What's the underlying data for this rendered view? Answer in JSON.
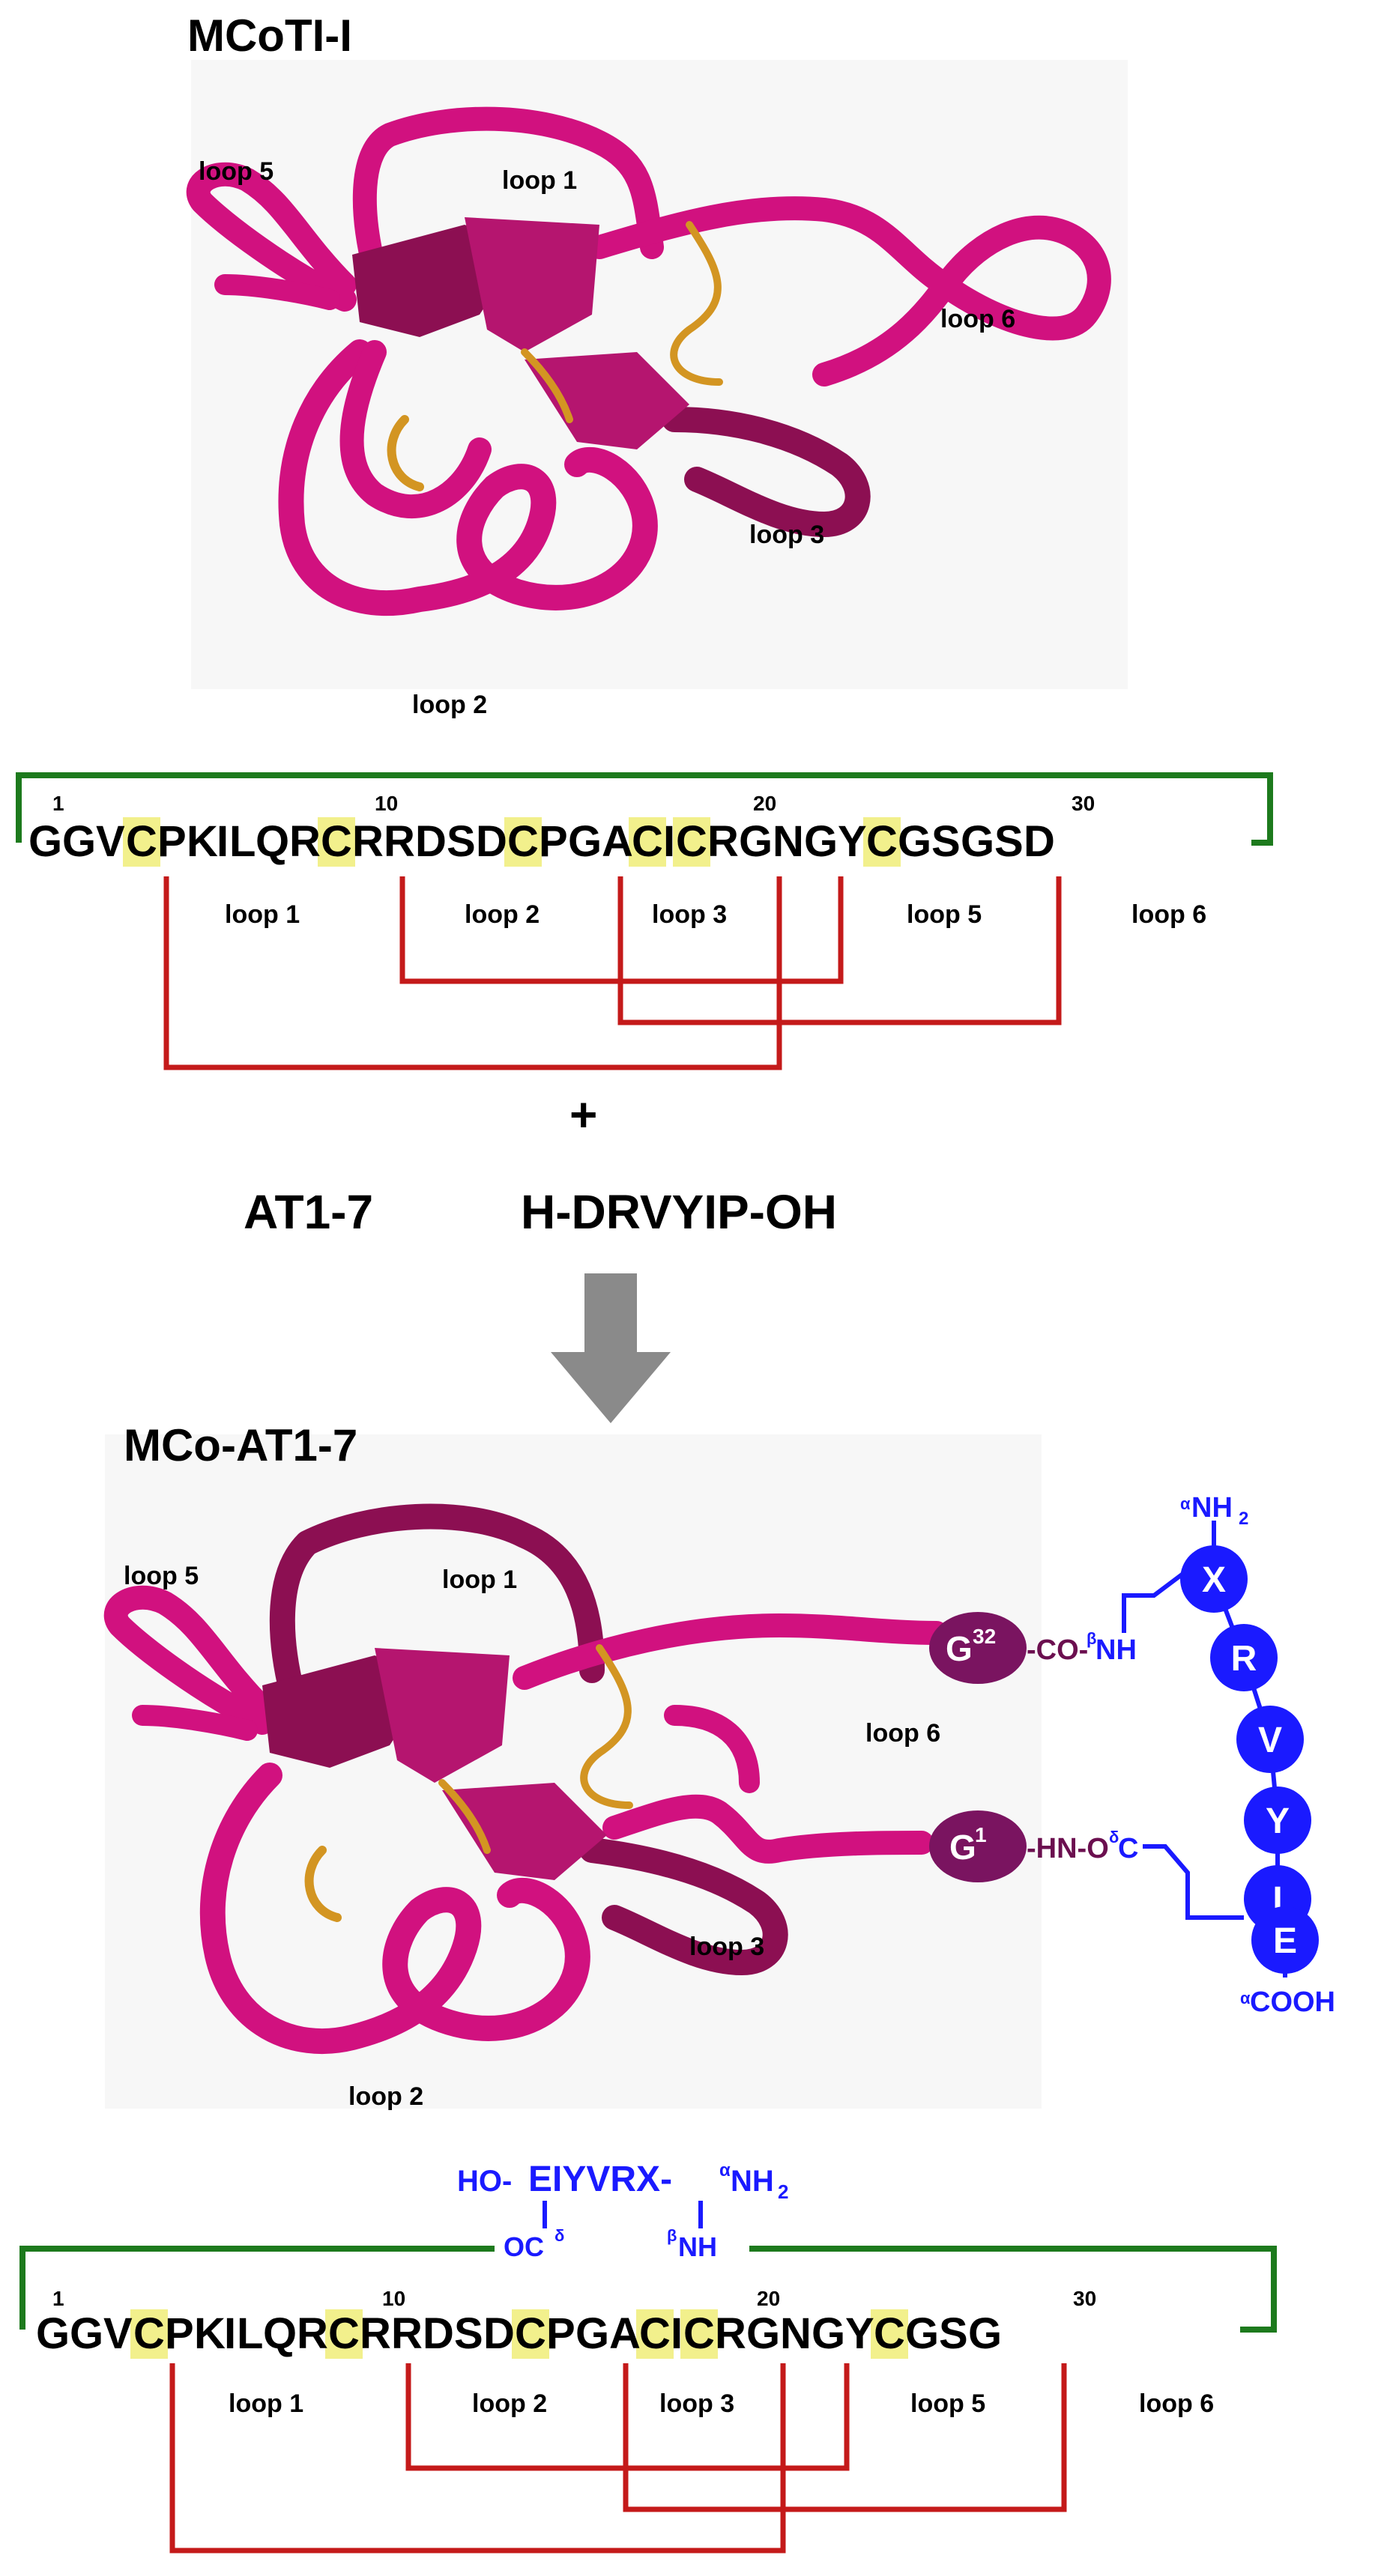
{
  "colors": {
    "ribbon": "#d1117f",
    "ribbon_dark": "#8c0f52",
    "disulfide": "#d39522",
    "backbone_bracket": "#1d7a1d",
    "connection": "#c41a1a",
    "cys_highlight": "#f2f08c",
    "peptide_blue": "#1a1aff",
    "gly_purple": "#7a1460"
  },
  "top": {
    "title": "MCoTI-I",
    "loops": [
      "loop 5",
      "loop 1",
      "loop 6",
      "loop 3",
      "loop 2"
    ],
    "sequence": {
      "residues": [
        "G",
        "G",
        "V",
        "C",
        "P",
        "K",
        "I",
        "L",
        "Q",
        "R",
        "C",
        "R",
        "R",
        "D",
        "S",
        "D",
        "C",
        "P",
        "G",
        "A",
        "C",
        "I",
        "C",
        "R",
        "G",
        "N",
        "G",
        "Y",
        "C",
        "G",
        "S",
        "G",
        "S",
        "D"
      ],
      "numbers": [
        "1",
        "10",
        "20",
        "30"
      ],
      "loops": [
        "loop 1",
        "loop 2",
        "loop 3",
        "loop 5",
        "loop 6"
      ]
    }
  },
  "plus": "+",
  "peptide": {
    "name": "AT1-7",
    "sequence": "H-DRVYIP-OH"
  },
  "bottom": {
    "title": "MCo-AT1-7",
    "loops": [
      "loop 5",
      "loop 1",
      "loop 6",
      "loop 3",
      "loop 2"
    ],
    "graft": {
      "beads": [
        "X",
        "R",
        "V",
        "Y",
        "I",
        "E"
      ],
      "n_term": "NH",
      "n_term_sup": "α",
      "n_term_sub": "2",
      "c_term": "COOH",
      "c_term_sup": "α",
      "g32": "G",
      "g32_sup": "32",
      "g32_link": "-CO-",
      "g32_link_sup": "β",
      "g32_link_end": "NH",
      "g1": "G",
      "g1_sup": "1",
      "g1_link": "-HN-O",
      "g1_link_sup": "δ",
      "g1_link_end": "C"
    },
    "sequence": {
      "residues": [
        "G",
        "G",
        "V",
        "C",
        "P",
        "K",
        "I",
        "L",
        "Q",
        "R",
        "C",
        "R",
        "R",
        "D",
        "S",
        "D",
        "C",
        "P",
        "G",
        "A",
        "C",
        "I",
        "C",
        "R",
        "G",
        "N",
        "G",
        "Y",
        "C",
        "G",
        "S",
        "G"
      ],
      "numbers": [
        "1",
        "10",
        "20",
        "30"
      ],
      "loops": [
        "loop 1",
        "loop 2",
        "loop 3",
        "loop 5",
        "loop 6"
      ],
      "insert_prefix": "HO-",
      "insert_seq": "EIYVRX-",
      "insert_sup": "α",
      "insert_end": "NH",
      "insert_end_sub": "2",
      "oc_label": "OC",
      "oc_sup": "δ",
      "nh_sup": "β",
      "nh_label": "NH"
    }
  }
}
